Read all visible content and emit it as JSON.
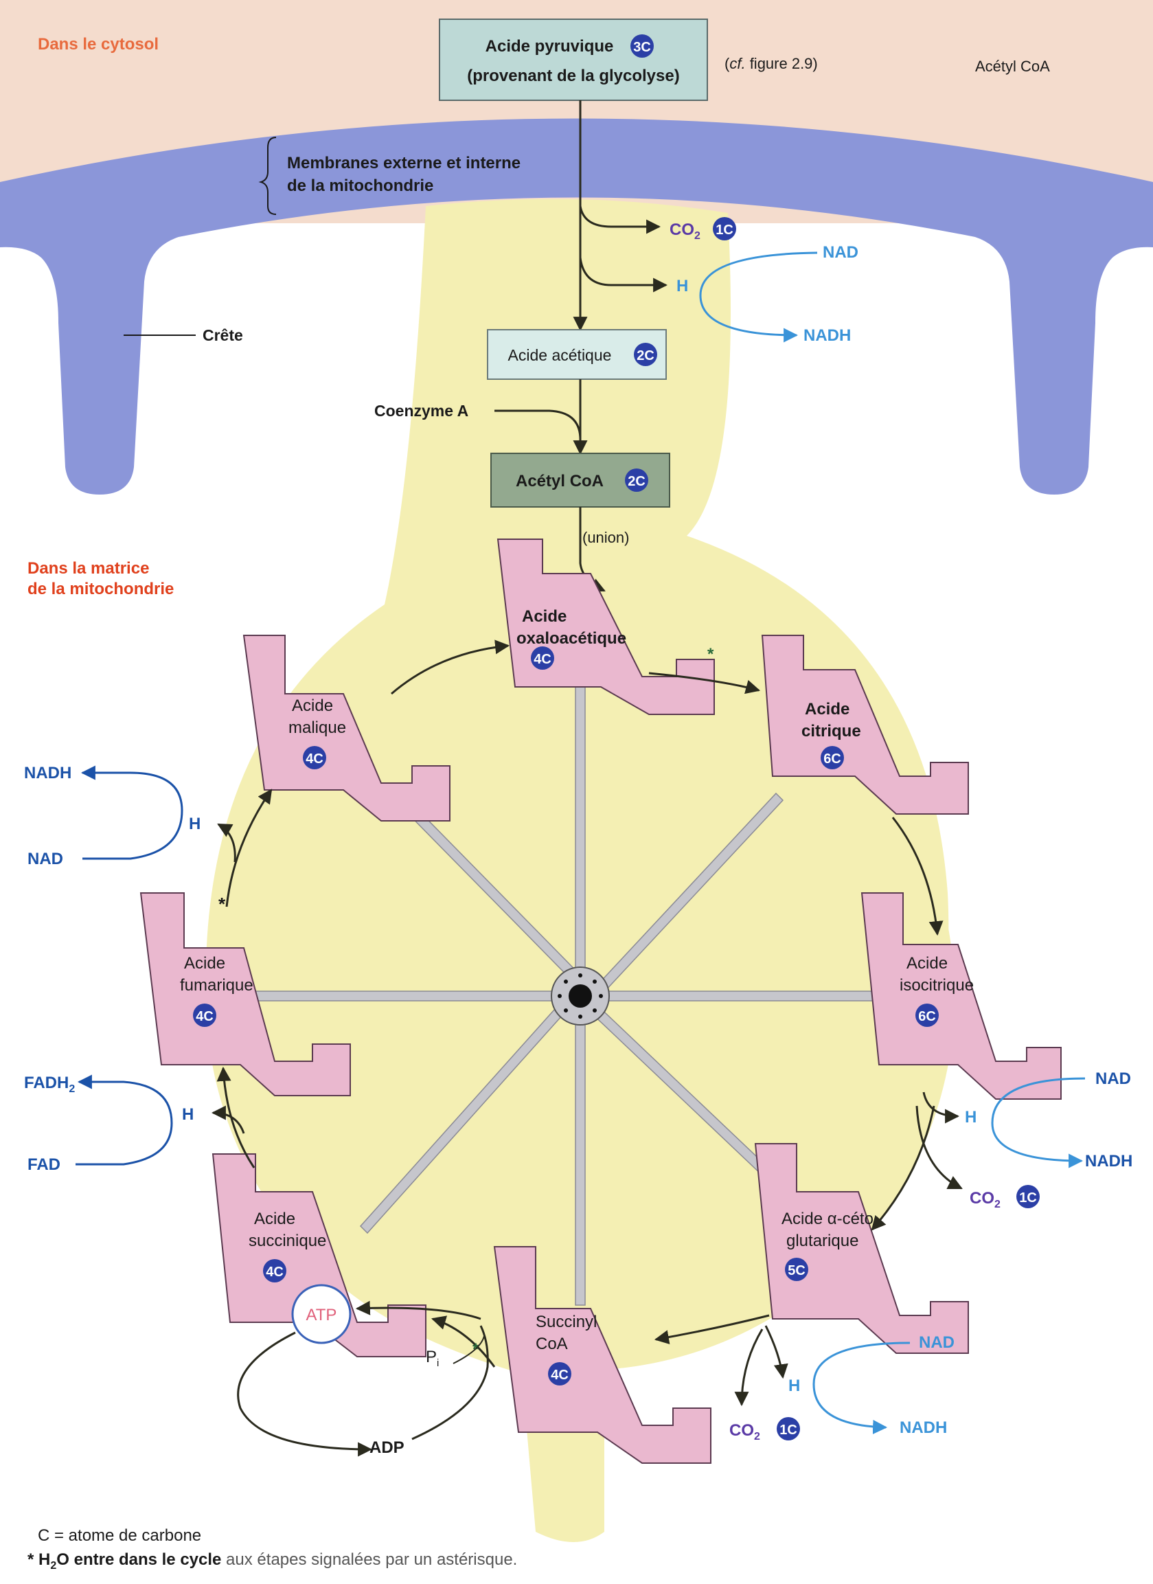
{
  "regions": {
    "cytosol": "Dans le cytosol",
    "matrix_line1": "Dans la matrice",
    "matrix_line2": "de la mitochondrie"
  },
  "top": {
    "pyruvic_line1": "Acide pyruvique",
    "pyruvic_badge": "3C",
    "pyruvic_line2": "(provenant de la glycolyse)",
    "cf_italic": "cf.",
    "cf_rest": "figure 2.9)",
    "cf_open": "(",
    "acetyl_coa_label": "Acétyl CoA",
    "membrane_line1": "Membranes externe et interne",
    "membrane_line2": "de la mitochondrie",
    "crest": "Crête"
  },
  "entry": {
    "co2": "CO",
    "co2_sub": "2",
    "co2_badge": "1C",
    "h": "H",
    "nad": "NAD",
    "nadh": "NADH",
    "acetic": "Acide acétique",
    "acetic_badge": "2C",
    "coenzyme": "Coenzyme A",
    "acetyl_coa": "Acétyl CoA",
    "acetyl_badge": "2C",
    "union": "(union)"
  },
  "cycle": {
    "oxaloacetic": [
      "Acide",
      "oxaloacétique"
    ],
    "oxaloacetic_badge": "4C",
    "citric": [
      "Acide",
      "citrique"
    ],
    "citric_badge": "6C",
    "isocitric": [
      "Acide",
      "isocitrique"
    ],
    "isocitric_badge": "6C",
    "ketoglutaric": [
      "Acide α-céto-",
      "glutarique"
    ],
    "ketoglutaric_badge": "5C",
    "succinyl": [
      "Succinyl",
      "CoA"
    ],
    "succinyl_badge": "4C",
    "succinic": [
      "Acide",
      "succinique"
    ],
    "succinic_badge": "4C",
    "fumaric": [
      "Acide",
      "fumarique"
    ],
    "fumaric_badge": "4C",
    "malic": [
      "Acide",
      "malique"
    ],
    "malic_badge": "4C"
  },
  "side": {
    "nadh_left": "NADH",
    "nad_left": "NAD",
    "h_left": "H",
    "fadh2": "FADH",
    "fadh2_sub": "2",
    "fad": "FAD",
    "h_fad": "H",
    "nad_right": "NAD",
    "nadh_right": "NADH",
    "h_right": "H",
    "co2_right": "CO",
    "co2_right_sub": "2",
    "co2_right_badge": "1C",
    "nad_bottom": "NAD",
    "nadh_bottom": "NADH",
    "h_bottom": "H",
    "co2_bottom": "CO",
    "co2_bottom_sub": "2",
    "co2_bottom_badge": "1C",
    "atp": "ATP",
    "adp": "ADP",
    "pi": "P",
    "pi_sub": "i",
    "star": "*"
  },
  "legend": {
    "line1": "C = atome de carbone",
    "line2_star": "* ",
    "line2_bold_a": "H",
    "line2_sub": "2",
    "line2_bold_b": "O entre dans le cycle",
    "line2_rest": " aux étapes signalées par un astérisque."
  },
  "colors": {
    "cytosol_bg": "#f4dccd",
    "membrane": "#8b96d9",
    "matrix_yellow": "#f4efb3",
    "box_teal": "#bdd9d6",
    "acetic_box": "#d9ece9",
    "acetyl_box": "#93a98f",
    "pink_block": "#eab8cf",
    "badge_blue": "#2b3fa6",
    "region_label_orange": "#e86a3d",
    "matrix_label_red": "#e0401c",
    "electron_blue": "#1b52a8",
    "light_blue": "#3a93d8",
    "spoke": "#b8b8c0"
  }
}
